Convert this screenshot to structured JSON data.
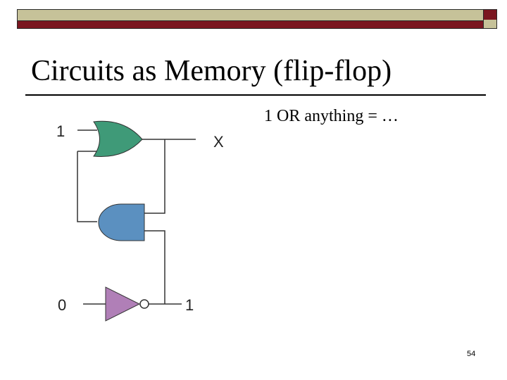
{
  "slide": {
    "title": "Circuits as Memory (flip-flop)",
    "bullet": "1 OR anything = …",
    "slide_number": "54"
  },
  "diagram": {
    "labels": {
      "or_input": "1",
      "output": "X",
      "not_input": "0",
      "not_output": "1"
    },
    "gates": [
      {
        "type": "OR",
        "color": "#3f9a78"
      },
      {
        "type": "AND",
        "color": "#5b90c0"
      },
      {
        "type": "NOT",
        "color": "#b07fb7"
      }
    ]
  },
  "colors": {
    "olive_bar": "#c6c299",
    "maroon_bar": "#7a1620"
  }
}
